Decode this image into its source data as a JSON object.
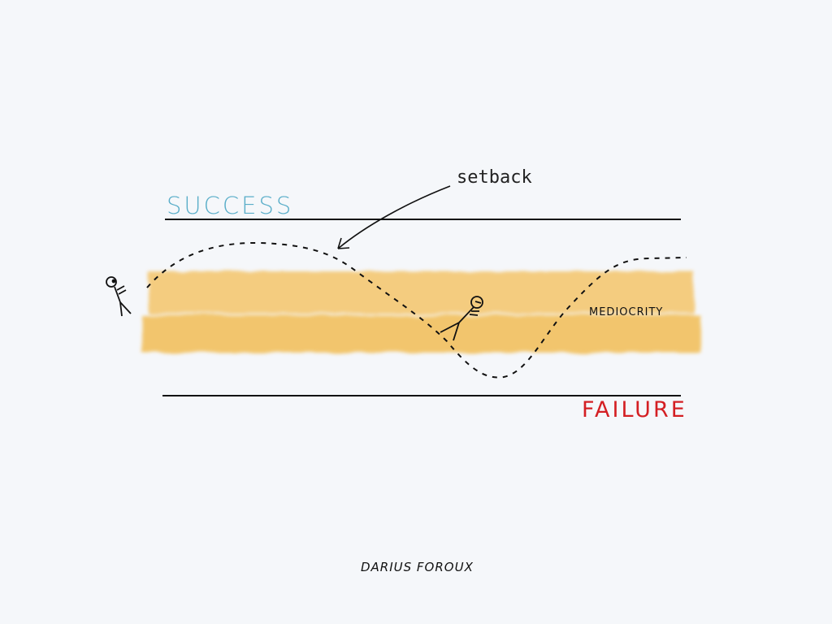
{
  "labels": {
    "success": "SUCCESS",
    "failure": "FAILURE",
    "mediocrity": "MEDIOCRITY",
    "setback": "setback",
    "credit": "DARIUS FOROUX"
  },
  "colors": {
    "success": "#5aaec9",
    "failure": "#d41f23",
    "mediocrity_band": "#f3bf5a",
    "background": "#f5f7fa"
  }
}
